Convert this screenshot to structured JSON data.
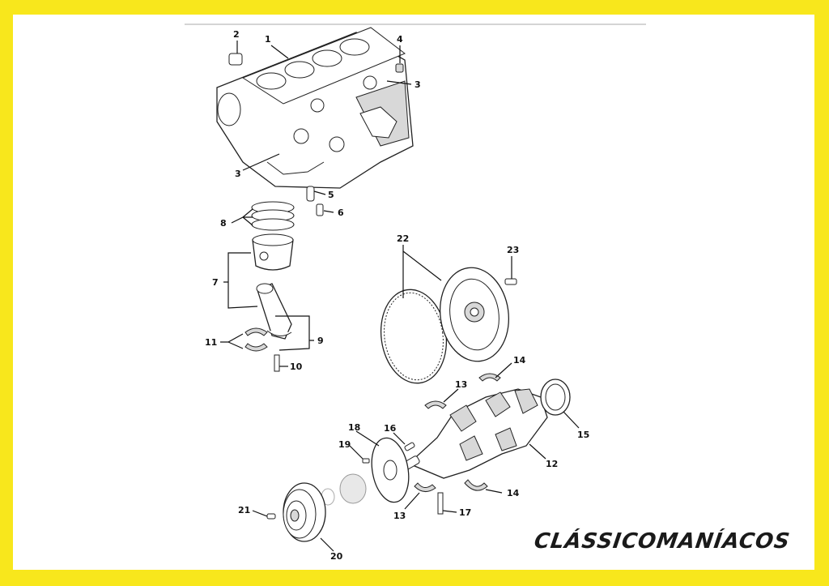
{
  "theme": {
    "border_color": "#f8e71c",
    "background": "#ffffff",
    "ink": "#111111"
  },
  "diagram": {
    "labels": [
      "1",
      "2",
      "3",
      "3",
      "4",
      "5",
      "6",
      "7",
      "8",
      "9",
      "10",
      "11",
      "12",
      "13",
      "13",
      "14",
      "14",
      "15",
      "16",
      "17",
      "18",
      "19",
      "20",
      "21",
      "22",
      "23"
    ]
  },
  "brand": {
    "text": "CLÁSSICOMANÍACOS"
  }
}
